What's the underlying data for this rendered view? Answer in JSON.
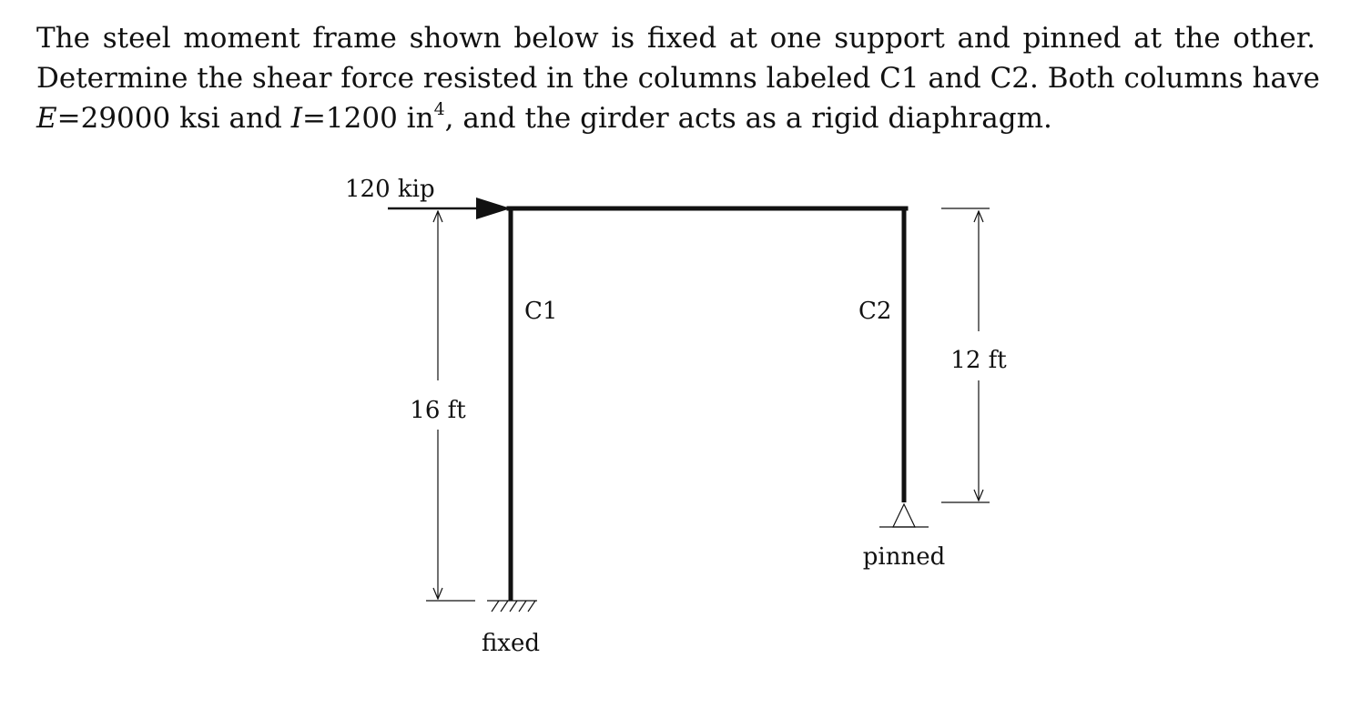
{
  "problem": {
    "line1": "The steel moment frame shown below is fixed at one support and pinned at the other.",
    "line2": "Determine the shear force resisted in the columns labeled C1 and C2. Both columns have",
    "line3": {
      "e_symbol": "E",
      "e_value": "=29000 ksi and ",
      "i_symbol": "I",
      "i_value": "=1200 in",
      "i_exponent": "4",
      "rest": ", and the girder acts as a rigid diaphragm."
    }
  },
  "diagram": {
    "load_label": "120 kip",
    "column_left_label": "C1",
    "column_right_label": "C2",
    "left_height_label": "16 ft",
    "right_height_label": "12 ft",
    "left_support_label": "fixed",
    "right_support_label": "pinned"
  }
}
